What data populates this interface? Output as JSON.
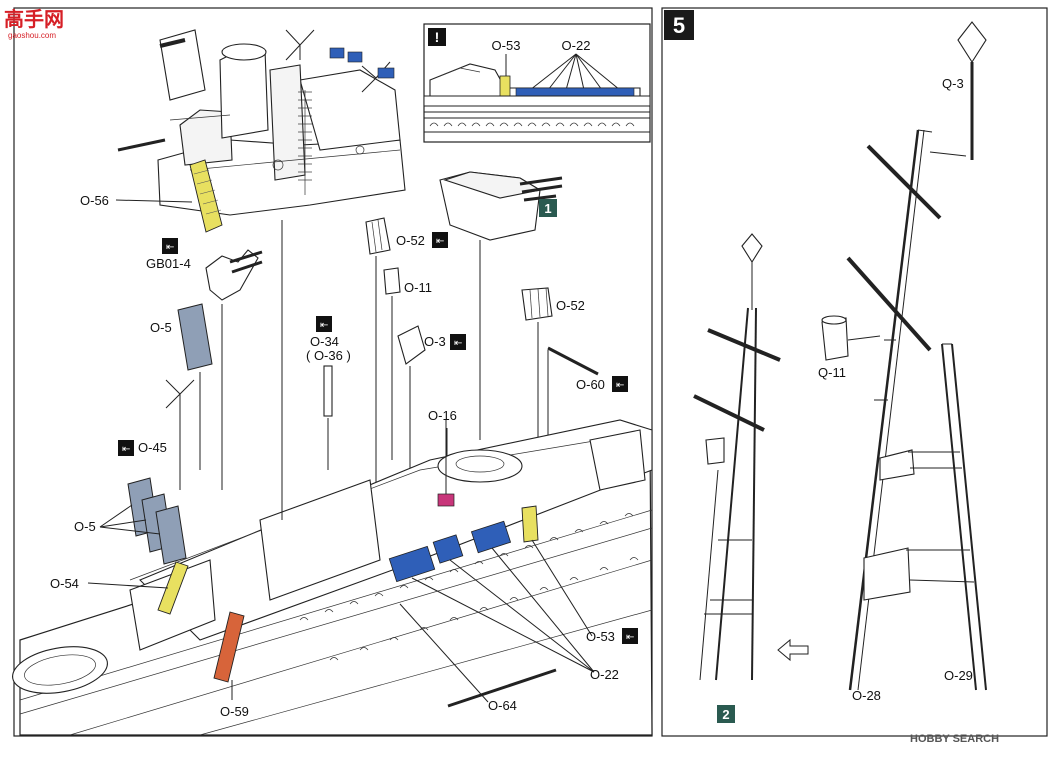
{
  "logo": {
    "text": "高手网",
    "subtext": "gaoshou.com"
  },
  "step_number": "5",
  "sub_step_1": "1",
  "sub_step_2": "2",
  "inset": {
    "marker": "!",
    "label_a": "O-53",
    "label_b": "O-22"
  },
  "labels": {
    "o56": "O-56",
    "gb01": "GB01-4",
    "o5_top": "O-5",
    "o5_left": "O-5",
    "o45": "O-45",
    "o54": "O-54",
    "o59": "O-59",
    "o52a": "O-52",
    "o11": "O-11",
    "o34": "O-34",
    "o36": "( O-36 )",
    "o3": "O-3",
    "o16": "O-16",
    "o52b": "O-52",
    "o60": "O-60",
    "o53": "O-53",
    "o22": "O-22",
    "o64": "O-64",
    "q3": "Q-3",
    "q11": "Q-11",
    "o28": "O-28",
    "o29": "O-29"
  },
  "watermark": "HOBBY SEARCH",
  "colors": {
    "yellow_part": "#e8e060",
    "blue_part": "#2f5fb8",
    "grey_blue_part": "#8f9fb6",
    "magenta_part": "#c8357a",
    "orange_part": "#d7643a",
    "step_box": "#1a1a1a",
    "teal_badge": "#2a5a50",
    "logo_red": "#d61f26"
  }
}
